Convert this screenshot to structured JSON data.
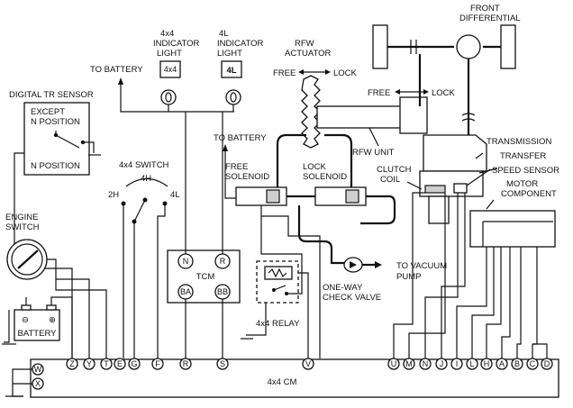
{
  "labels": {
    "front_differential_1": "FRONT",
    "front_differential_2": "DIFFERENTIAL",
    "indicator_4x4_1": "4x4",
    "indicator_4x4_2": "INDICATOR",
    "indicator_4x4_3": "LIGHT",
    "indicator_4l_1": "4L",
    "indicator_4l_2": "INDICATOR",
    "indicator_4l_3": "LIGHT",
    "rfw_actuator_1": "RFW",
    "rfw_actuator_2": "ACTUATOR",
    "to_battery_top": "TO BATTERY",
    "free_lock_top": "FREE",
    "lock_top": "LOCK",
    "free_lock_mid": "FREE",
    "lock_mid": "LOCK",
    "digital_tr_sensor": "DIGITAL TR SENSOR",
    "except_1": "EXCEPT",
    "except_2": "N POSITION",
    "n_position": "N POSITION",
    "to_battery_mid": "TO BATTERY",
    "rfw_unit": "RFW UNIT",
    "transmission": "TRANSMISSION",
    "transfer": "TRANSFER",
    "speed_sensor": "SPEED SENSOR",
    "motor_component_1": "MOTOR",
    "motor_component_2": "COMPONENT",
    "switch_4x4": "4x4 SWITCH",
    "pos_4h": "4H",
    "pos_2h": "2H",
    "pos_4l": "4L",
    "free_solenoid_1": "FREE",
    "free_solenoid_2": "SOLENOID",
    "lock_solenoid_1": "LOCK",
    "lock_solenoid_2": "SOLENOID",
    "clutch_coil_1": "CLUTCH",
    "clutch_coil_2": "COIL",
    "engine_switch_1": "ENGINE",
    "engine_switch_2": "SWITCH",
    "tcm": "TCM",
    "tcm_n": "N",
    "tcm_r": "R",
    "tcm_ba": "BA",
    "tcm_bb": "BB",
    "to_vacuum_1": "TO VACUUM",
    "to_vacuum_2": "PUMP",
    "one_way_1": "ONE-WAY",
    "one_way_2": "CHECK VALVE",
    "relay": "4x4 RELAY",
    "battery": "BATTERY",
    "cm": "4x4 CM",
    "indicator_4x4_glyph": "4x4",
    "indicator_4l_glyph": "4L"
  },
  "cm_pins_bottom": [
    "Z",
    "Y",
    "T",
    "E",
    "G",
    "F",
    "R",
    "S",
    "V",
    "U",
    "M",
    "N",
    "J",
    "I",
    "L",
    "H",
    "A",
    "B",
    "C",
    "D"
  ],
  "cm_pins_left": [
    "W",
    "X"
  ]
}
